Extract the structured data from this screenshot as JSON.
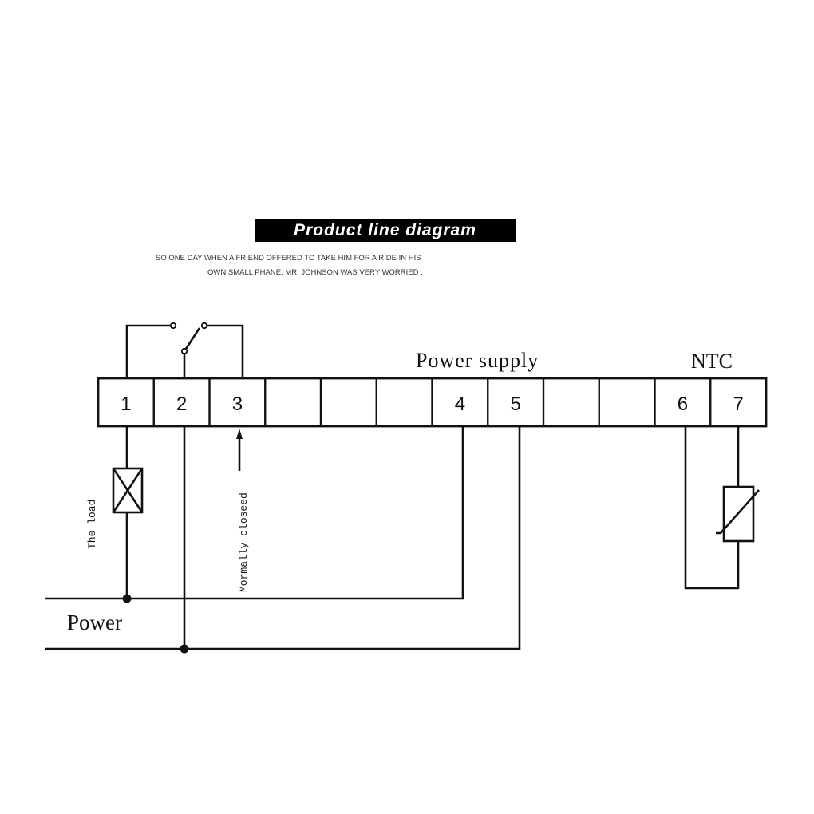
{
  "header": {
    "title": "Product line diagram",
    "caption_line_1": "SO ONE DAY WHEN A FRIEND OFFERED TO TAKE HIM FOR A RIDE IN HIS",
    "caption_line_2": "OWN SMALL PHANE, MR. JOHNSON WAS VERY WORRIED ."
  },
  "diagram": {
    "terminals": [
      "1",
      "2",
      "3",
      "",
      "",
      "",
      "4",
      "5",
      "",
      "",
      "6",
      "7"
    ],
    "labels": {
      "power_supply": "Power supply",
      "ntc": "NTC",
      "power": "Power",
      "load": "The load",
      "normally_closed": "Mormally closeed"
    }
  }
}
